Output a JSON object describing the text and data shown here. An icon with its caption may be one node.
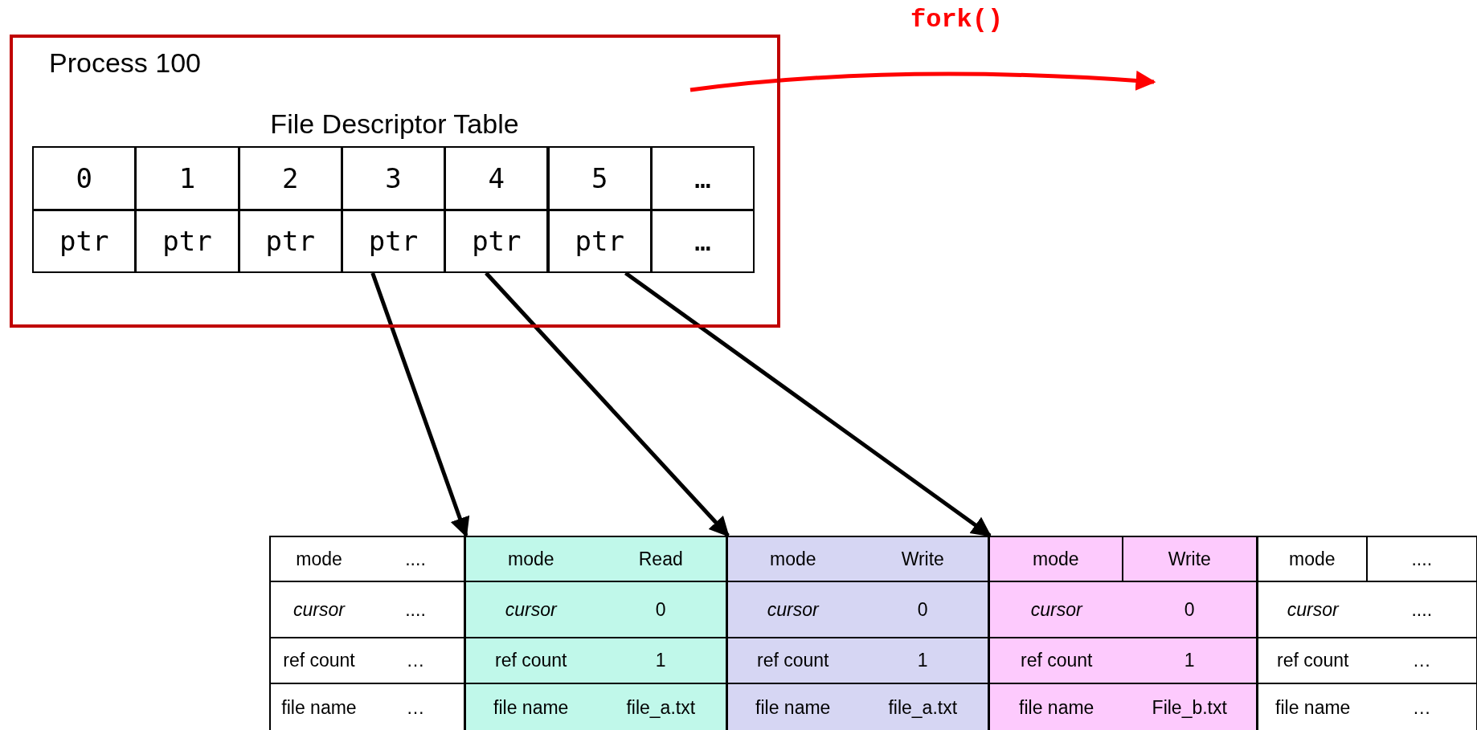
{
  "diagram": {
    "nodes": [
      {
        "text": [
          "Process 100"
        ]
      },
      {
        "text": [
          "File Descriptor Table"
        ],
        "in": 0
      },
      {
        "text": [
          "0"
        ],
        "in": 1
      },
      {
        "text": [
          "1"
        ],
        "in": 1
      },
      {
        "text": [
          "2"
        ],
        "in": 1
      },
      {
        "text": [
          "3"
        ],
        "in": 1
      },
      {
        "text": [
          "4"
        ],
        "in": 1
      },
      {
        "text": [
          "5"
        ],
        "in": 1
      },
      {
        "text": [
          "…"
        ],
        "in": 1
      },
      {
        "text": [
          "ptr"
        ],
        "in": 1
      },
      {
        "text": [
          "ptr"
        ],
        "in": 1
      },
      {
        "text": [
          "ptr"
        ],
        "in": 1
      },
      {
        "text": [
          "ptr"
        ],
        "in": 1
      },
      {
        "text": [
          "ptr"
        ],
        "in": 1
      },
      {
        "text": [
          "ptr"
        ],
        "in": 1
      },
      {
        "text": [
          "…"
        ],
        "in": 1
      },
      {
        "text": [
          "mode",
          "....",
          "cursor",
          "....",
          "ref count",
          "…",
          "file name",
          "…"
        ]
      },
      {
        "text": [
          "mode",
          "Read",
          "cursor",
          "0",
          "ref count",
          "1",
          "file name",
          "file_a.txt"
        ]
      },
      {
        "text": [
          "mode",
          "Write",
          "cursor",
          "0",
          "ref count",
          "1",
          "file name",
          "file_a.txt"
        ]
      },
      {
        "text": [
          "mode",
          "Write",
          "cursor",
          "0",
          "ref count",
          "1",
          "file name",
          "File_b.txt"
        ]
      },
      {
        "text": [
          "mode",
          "....",
          "cursor",
          "....",
          "ref count",
          "…",
          "file name",
          "…"
        ]
      }
    ],
    "edges": [
      {
        "from": 0,
        "to": null,
        "arrow": "to",
        "label": "fork()",
        "color": "#ff0000"
      },
      {
        "from": 12,
        "to": 17,
        "arrow": "to"
      },
      {
        "from": 13,
        "to": 18,
        "arrow": "to"
      },
      {
        "from": 14,
        "to": 19,
        "arrow": "to"
      }
    ]
  }
}
